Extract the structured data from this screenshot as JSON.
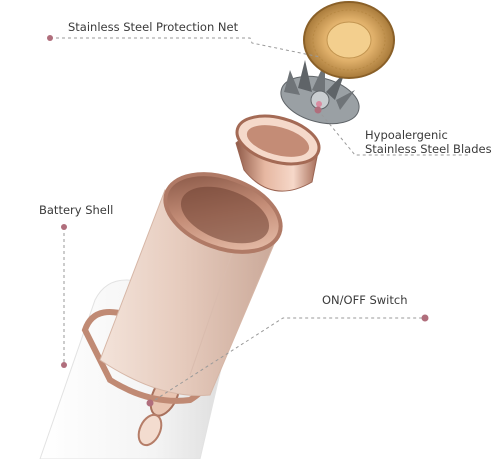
{
  "labels": {
    "protection_net": "Stainless Steel Protection Net",
    "blades_line1": "Hypoalergenic",
    "blades_line2": "Stainless Steel Blades",
    "battery_shell": "Battery Shell",
    "on_off_switch": "ON/OFF Switch"
  },
  "colors": {
    "rose_gold": "#c9947f",
    "rose_gold_dark": "#8a5a4a",
    "shell_pink": "#e8d3c7",
    "body_white": "#f6f6f6",
    "leader_line": "#9a9a9a",
    "dot": "#b06e7c",
    "net_gold": "#d8a864",
    "blade_steel": "#7d8185"
  }
}
